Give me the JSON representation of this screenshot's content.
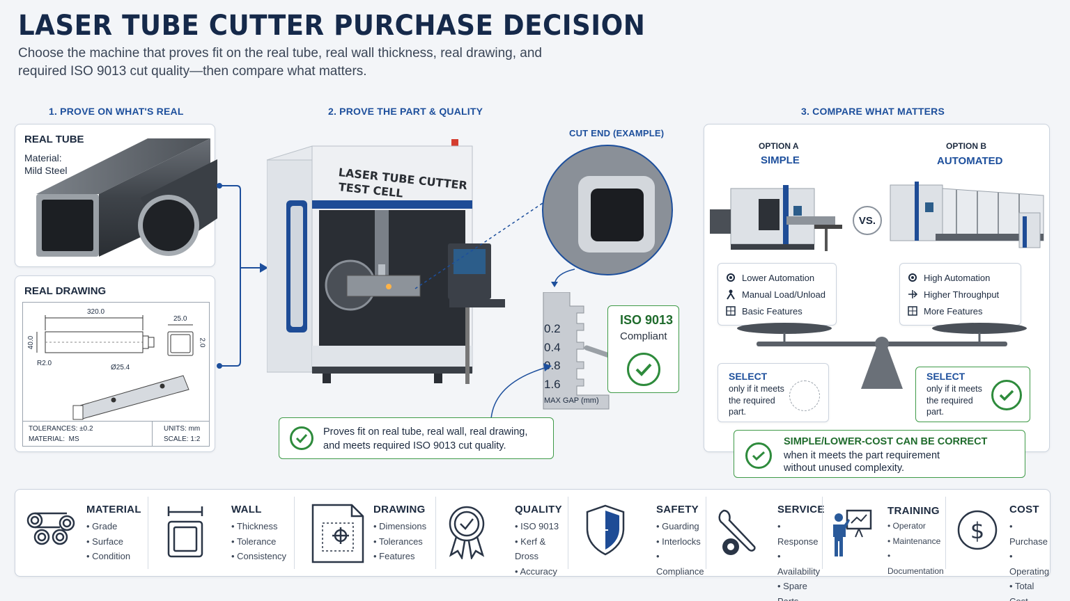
{
  "header": {
    "title": "LASER TUBE CUTTER PURCHASE DECISION",
    "subtitle": "Choose the machine that proves fit on the real tube, real wall thickness, real drawing, and required ISO 9013 cut quality—then compare what matters."
  },
  "section1": {
    "heading": "1. PROVE ON WHAT'S REAL",
    "real_tube": {
      "title": "REAL TUBE",
      "material_label": "Material:",
      "material_value": "Mild Steel"
    },
    "real_drawing": {
      "title": "REAL DRAWING",
      "dims": {
        "length": "320.0",
        "width": "25.0",
        "height": "40.0",
        "radius": "R2.0",
        "hole": "Ø25.4",
        "side": "2.0"
      },
      "tolerances_label": "TOLERANCES:",
      "tolerances_value": "±0.2",
      "material_label": "MATERIAL:",
      "material_value": "MS",
      "units_label": "UNITS:",
      "units_value": "mm",
      "scale_label": "SCALE:",
      "scale_value": "1:2"
    }
  },
  "section2": {
    "heading": "2. PROVE THE PART & QUALITY",
    "machine_label_line1": "LASER TUBE CUTTER",
    "machine_label_line2": "TEST CELL",
    "cut_end_label": "CUT END (EXAMPLE)",
    "gauge": {
      "values": [
        "0.2",
        "0.4",
        "0.8",
        "1.6"
      ],
      "label": "MAX GAP (mm)"
    },
    "iso": {
      "title": "ISO 9013",
      "subtitle": "Compliant"
    },
    "proof_text": "Proves fit on real tube, real wall, real drawing, and meets required ISO 9013 cut quality."
  },
  "section3": {
    "heading": "3. COMPARE WHAT MATTERS",
    "option_a": {
      "label": "OPTION A",
      "name": "SIMPLE",
      "features": [
        "Lower Automation",
        "Manual Load/Unload",
        "Basic Features"
      ],
      "select_title": "SELECT",
      "select_text": "only if it meets the required part."
    },
    "option_b": {
      "label": "OPTION B",
      "name": "AUTOMATED",
      "features": [
        "High Automation",
        "Higher Throughput",
        "More Features"
      ],
      "select_title": "SELECT",
      "select_text": "only if it meets the required part."
    },
    "vs": "VS.",
    "conclusion_title": "SIMPLE/LOWER-COST CAN BE CORRECT",
    "conclusion_text": "when it meets the part requirement without unused complexity."
  },
  "categories": [
    {
      "title": "MATERIAL",
      "icon": "tubes-icon",
      "items": [
        "Grade",
        "Surface",
        "Condition"
      ]
    },
    {
      "title": "WALL",
      "icon": "wall-thickness-icon",
      "items": [
        "Thickness",
        "Tolerance",
        "Consistency"
      ]
    },
    {
      "title": "DRAWING",
      "icon": "drawing-icon",
      "items": [
        "Dimensions",
        "Tolerances",
        "Features"
      ]
    },
    {
      "title": "QUALITY",
      "icon": "quality-badge-icon",
      "items": [
        "ISO 9013",
        "Kerf & Dross",
        "Accuracy"
      ]
    },
    {
      "title": "SAFETY",
      "icon": "shield-icon",
      "items": [
        "Guarding",
        "Interlocks",
        "Compliance"
      ]
    },
    {
      "title": "SERVICE",
      "icon": "wrench-gear-icon",
      "items": [
        "Response",
        "Availability",
        "Spare Parts"
      ]
    },
    {
      "title": "TRAINING",
      "icon": "trainer-icon",
      "items": [
        "Operator",
        "Maintenance",
        "Documentation"
      ]
    },
    {
      "title": "COST",
      "icon": "dollar-icon",
      "items": [
        "Purchase",
        "Operating",
        "Total Cost"
      ]
    }
  ],
  "colors": {
    "navy": "#15294a",
    "blue": "#1d4f9c",
    "green": "#2e8b3c",
    "border": "#cbd3de"
  }
}
